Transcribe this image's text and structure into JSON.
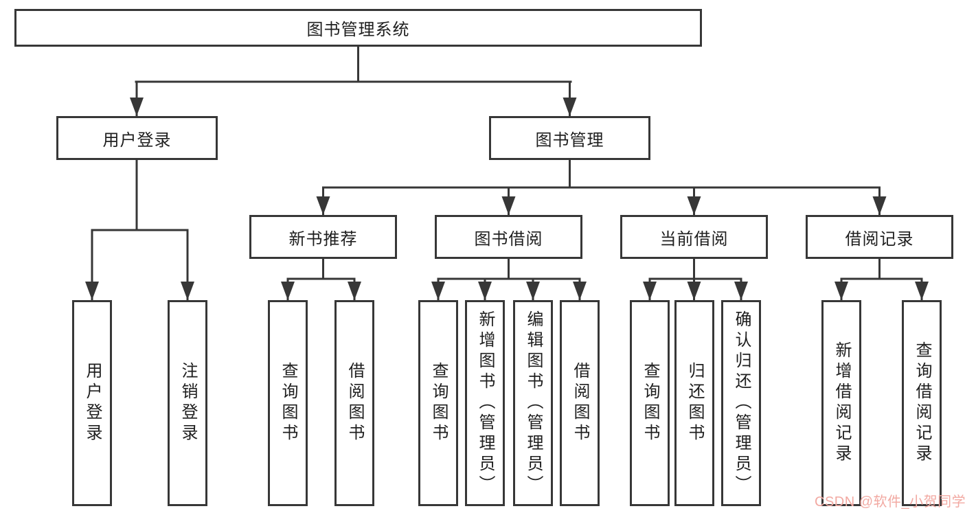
{
  "diagram": {
    "root": {
      "label": "图书管理系统"
    },
    "branches": [
      {
        "label": "用户登录",
        "children": [
          {
            "label": "用户登录"
          },
          {
            "label": "注销登录"
          }
        ]
      },
      {
        "label": "图书管理",
        "children": [
          {
            "label": "新书推荐",
            "children": [
              {
                "label": "查询图书"
              },
              {
                "label": "借阅图书"
              }
            ]
          },
          {
            "label": "图书借阅",
            "children": [
              {
                "label": "查询图书"
              },
              {
                "label": "新增图书（管理员）"
              },
              {
                "label": "编辑图书（管理员）"
              },
              {
                "label": "借阅图书"
              }
            ]
          },
          {
            "label": "当前借阅",
            "children": [
              {
                "label": "查询图书"
              },
              {
                "label": "归还图书"
              },
              {
                "label": "确认归还（管理员）"
              }
            ]
          },
          {
            "label": "借阅记录",
            "children": [
              {
                "label": "新增借阅记录"
              },
              {
                "label": "查询借阅记录"
              }
            ]
          }
        ]
      }
    ]
  },
  "watermark": {
    "text": "CSDN @软件_小贺同学",
    "color": "#f2a9a2"
  },
  "colors": {
    "line": "#373737",
    "box_border": "#373737",
    "box_bg": "#ffffff",
    "text": "#1e1e1e",
    "background": "#ffffff"
  }
}
